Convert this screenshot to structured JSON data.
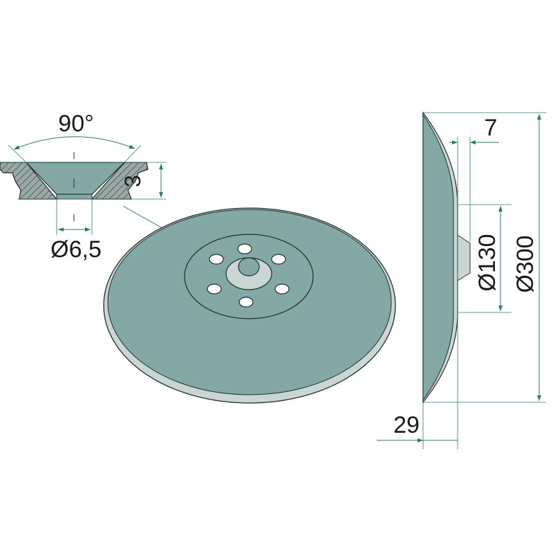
{
  "section_detail": {
    "angle_label": "90°",
    "height_label": "3",
    "hole_diameter_label": "Ø6,5"
  },
  "side_view": {
    "thickness_label": "7",
    "hub_diameter_label": "Ø130",
    "outer_diameter_label": "Ø300",
    "depth_label": "29"
  },
  "colors": {
    "disc": "#83a8a5",
    "disc_light": "#c9d6d4",
    "dimension": "#2a7a68",
    "outline": "#1e2b2b"
  }
}
